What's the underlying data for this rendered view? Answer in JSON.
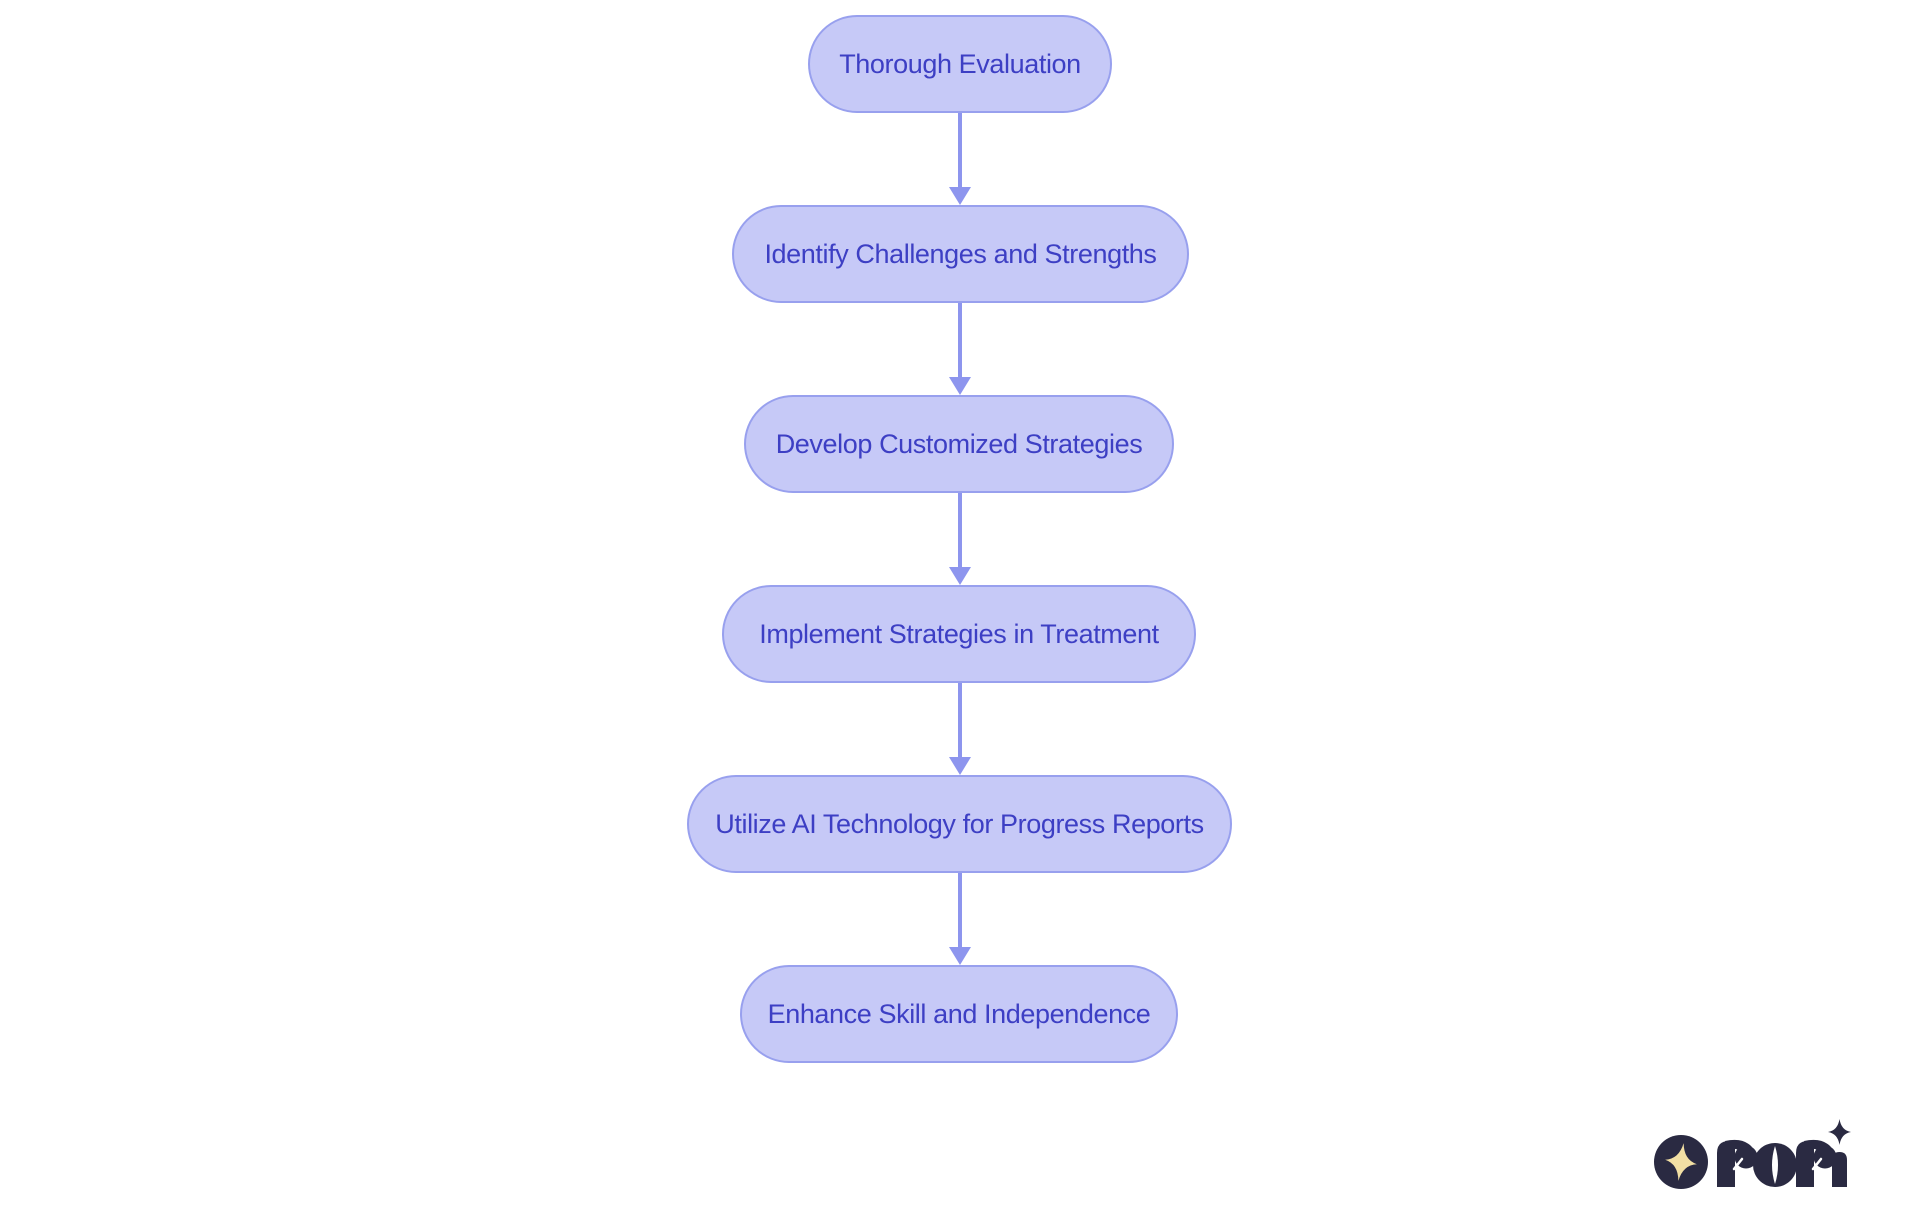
{
  "diagram": {
    "type": "flowchart",
    "direction": "top-down",
    "nodes": [
      {
        "id": 1,
        "label": "Thorough Evaluation"
      },
      {
        "id": 2,
        "label": "Identify Challenges and Strengths"
      },
      {
        "id": 3,
        "label": "Develop Customized Strategies"
      },
      {
        "id": 4,
        "label": "Implement Strategies in Treatment"
      },
      {
        "id": 5,
        "label": "Utilize AI Technology for Progress Reports"
      },
      {
        "id": 6,
        "label": "Enhance Skill and Independence"
      }
    ],
    "edges": [
      {
        "from": "Thorough Evaluation",
        "to": "Identify Challenges and Strengths"
      },
      {
        "from": "Identify Challenges and Strengths",
        "to": "Develop Customized Strategies"
      },
      {
        "from": "Develop Customized Strategies",
        "to": "Implement Strategies in Treatment"
      },
      {
        "from": "Implement Strategies in Treatment",
        "to": "Utilize AI Technology for Progress Reports"
      },
      {
        "from": "Utilize AI Technology for Progress Reports",
        "to": "Enhance Skill and Independence"
      }
    ]
  },
  "branding": {
    "logo_text": "rori",
    "logo_icons": [
      "sparkle-badge-icon",
      "sparkle-icon"
    ]
  },
  "colors": {
    "background": "#ffffff",
    "node_fill": "#c6c9f7",
    "node_border": "#98a0ee",
    "node_text": "#3d3fc4",
    "arrow": "#8d95ee",
    "logo_primary": "#2a2a42",
    "logo_accent": "#f2dfa4"
  }
}
